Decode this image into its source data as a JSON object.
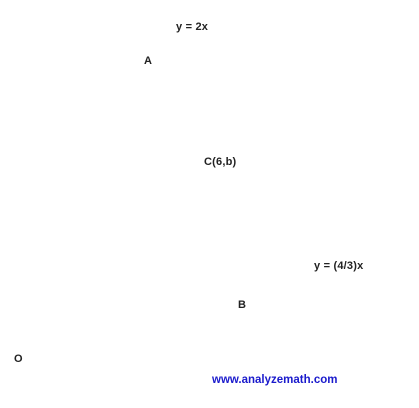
{
  "labels": {
    "line_y2x": "y = 2x",
    "point_a": "A",
    "point_c": "C(6,b)",
    "line_y43x": "y = (4/3)x",
    "point_b": "B",
    "origin": "O"
  },
  "watermark": {
    "text": "www.analyzemath.com",
    "color": "#1a1acc"
  }
}
